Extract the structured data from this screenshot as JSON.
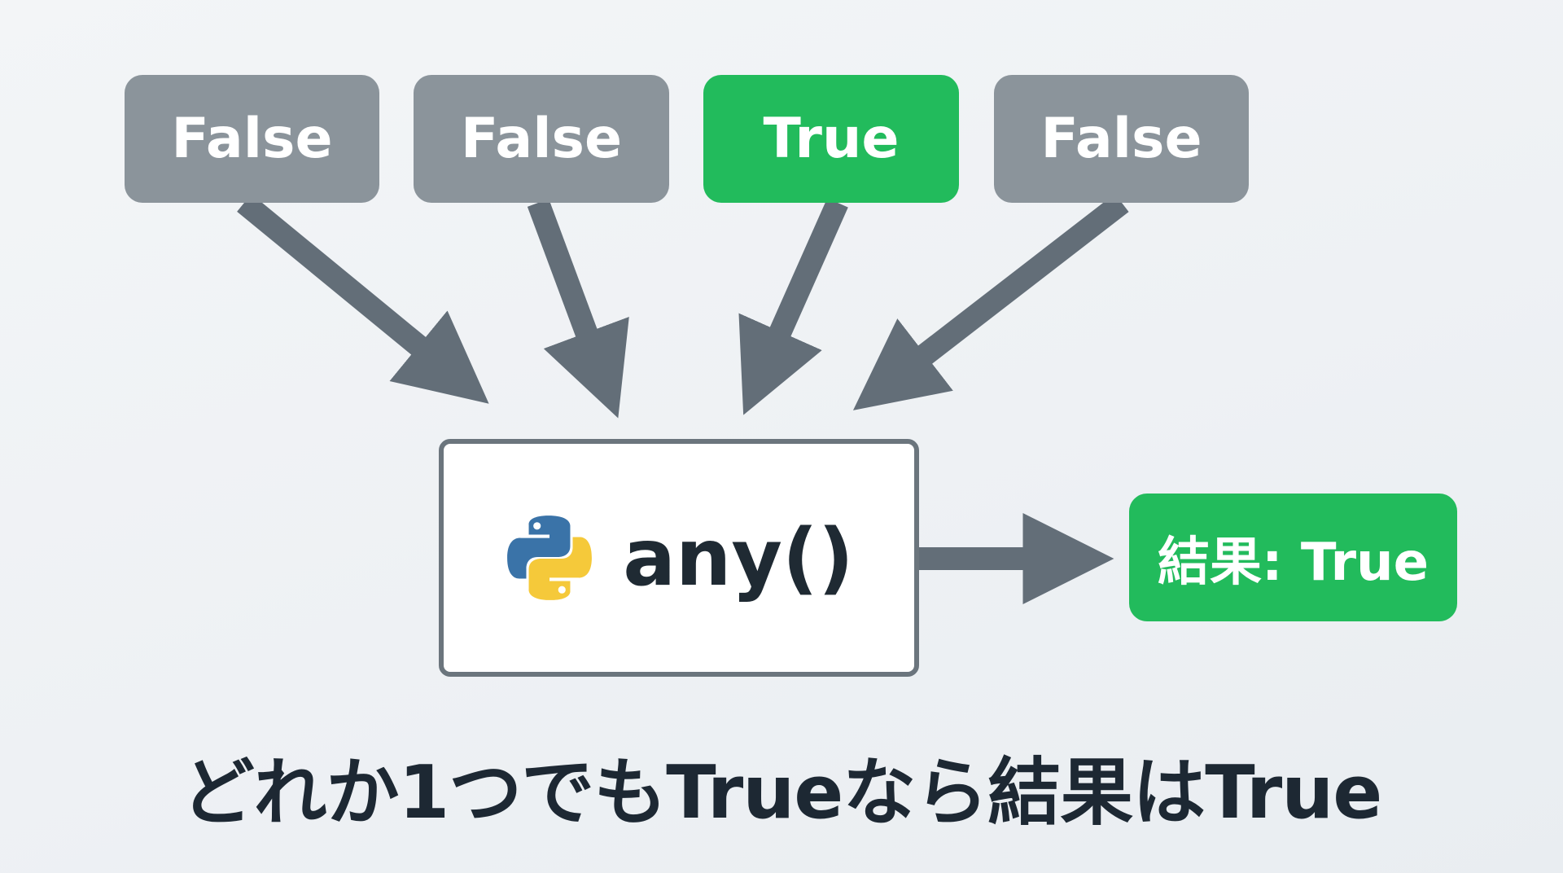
{
  "inputs": [
    {
      "label": "False",
      "value": false
    },
    {
      "label": "False",
      "value": false
    },
    {
      "label": "True",
      "value": true
    },
    {
      "label": "False",
      "value": false
    }
  ],
  "function": {
    "label": "any()",
    "icon": "python-logo-icon"
  },
  "result": {
    "label": "結果: True"
  },
  "caption": "どれか1つでもTrueなら結果はTrue",
  "colors": {
    "false": "#8b949b",
    "true": "#22bb5c",
    "arrow": "#636e78",
    "text": "#1d2833"
  }
}
